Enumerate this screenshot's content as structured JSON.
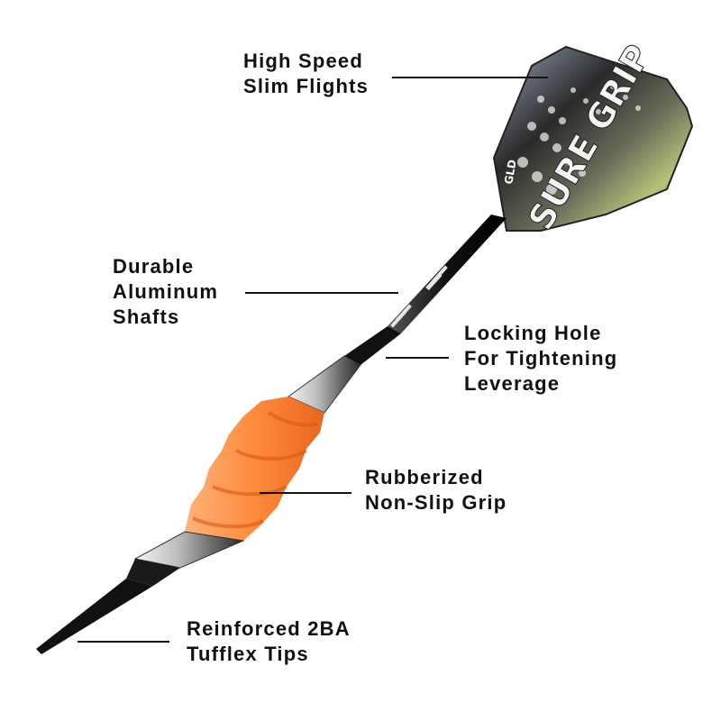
{
  "product": {
    "flight_text": "SURE GRIP",
    "flight_logo_text": "GLD"
  },
  "callouts": {
    "flights": {
      "lines": [
        "High Speed",
        "Slim Flights"
      ]
    },
    "shafts": {
      "lines": [
        "Durable",
        "Aluminum",
        "Shafts"
      ]
    },
    "locking_hole": {
      "lines": [
        "Locking Hole",
        "For Tightening",
        "Leverage"
      ]
    },
    "grip": {
      "lines": [
        "Rubberized",
        "Non-Slip Grip"
      ]
    },
    "tips": {
      "lines": [
        "Reinforced 2BA",
        "Tufflex Tips"
      ]
    }
  },
  "colors": {
    "grip": "#ff8a3d",
    "text": "#111111",
    "shaft": "#1a1a1a",
    "chrome": "#c8c8c8"
  }
}
